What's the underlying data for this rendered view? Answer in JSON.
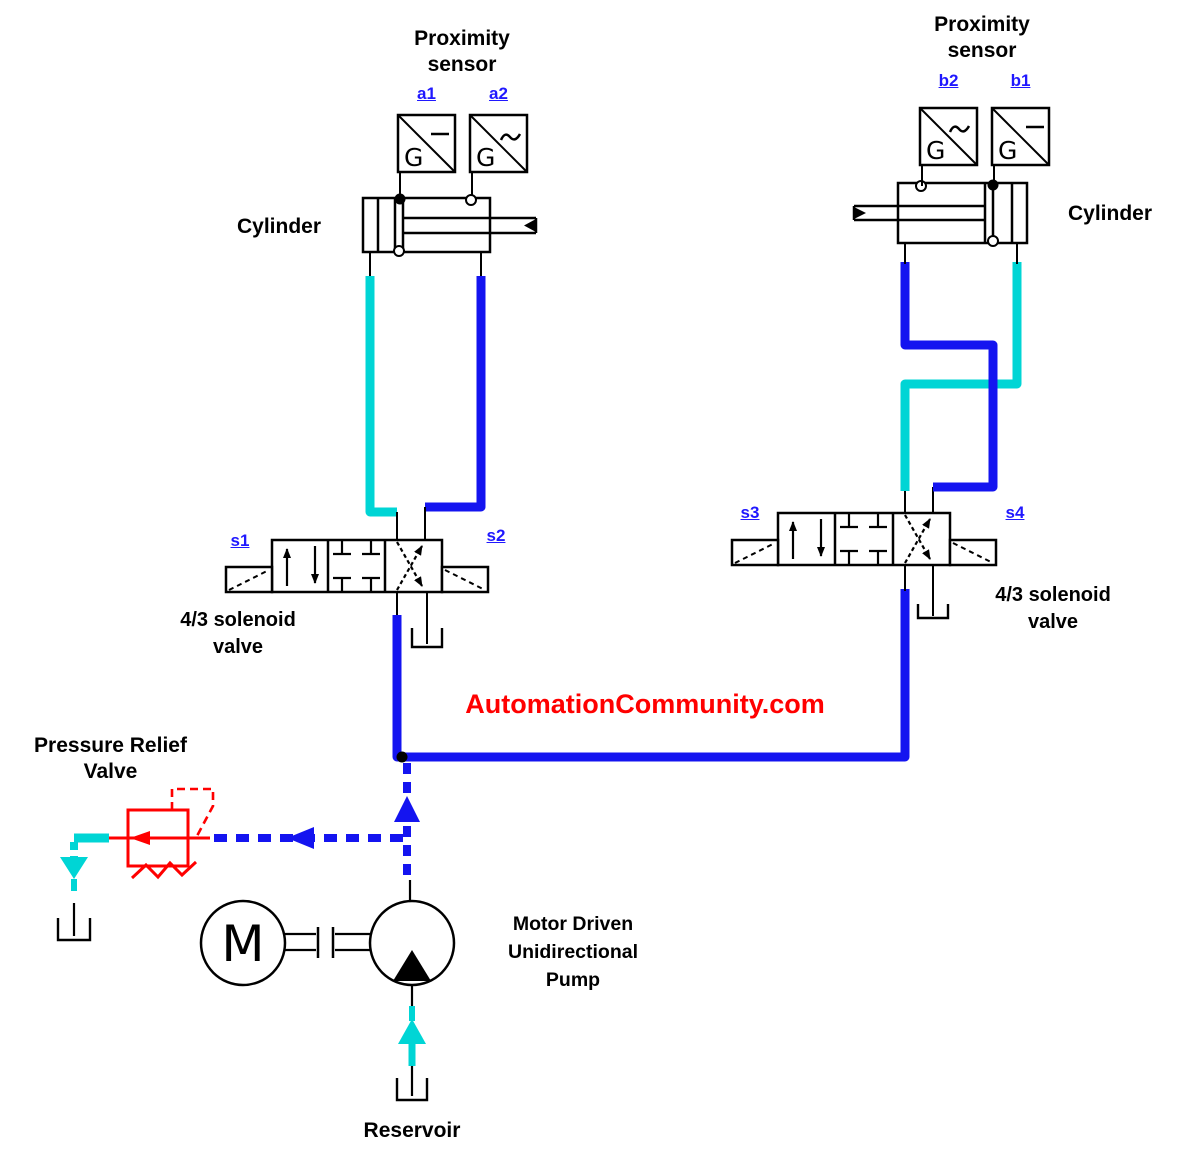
{
  "watermark": "AutomationCommunity.com",
  "glyphs": {
    "sensor_g": "G",
    "motor_m": "M"
  },
  "left": {
    "sensor_title": [
      "Proximity",
      "sensor"
    ],
    "sensors": [
      {
        "id": "a1",
        "symbol": "dash"
      },
      {
        "id": "a2",
        "symbol": "wave"
      }
    ],
    "cylinder_label": "Cylinder",
    "valve": {
      "solenoid_left": "s1",
      "solenoid_right": "s2",
      "type_label": [
        "4/3 solenoid",
        "valve"
      ]
    }
  },
  "right": {
    "sensor_title": [
      "Proximity",
      "sensor"
    ],
    "sensors": [
      {
        "id": "b2",
        "symbol": "wave"
      },
      {
        "id": "b1",
        "symbol": "dash"
      }
    ],
    "cylinder_label": "Cylinder",
    "valve": {
      "solenoid_left": "s3",
      "solenoid_right": "s4",
      "type_label": [
        "4/3 solenoid",
        "valve"
      ]
    }
  },
  "pressure_relief_valve": {
    "label": [
      "Pressure Relief",
      "Valve"
    ]
  },
  "pump": {
    "label": [
      "Motor Driven",
      "Unidirectional",
      "Pump"
    ]
  },
  "reservoir": {
    "label": "Reservoir"
  },
  "colors": {
    "pressure_line_blue": "#1414f0",
    "return_line_cyan": "#00d5d5",
    "relief_red": "#ff0000",
    "label_blue": "#2018ff",
    "watermark_red": "#ff0000",
    "line_black": "#000000"
  }
}
